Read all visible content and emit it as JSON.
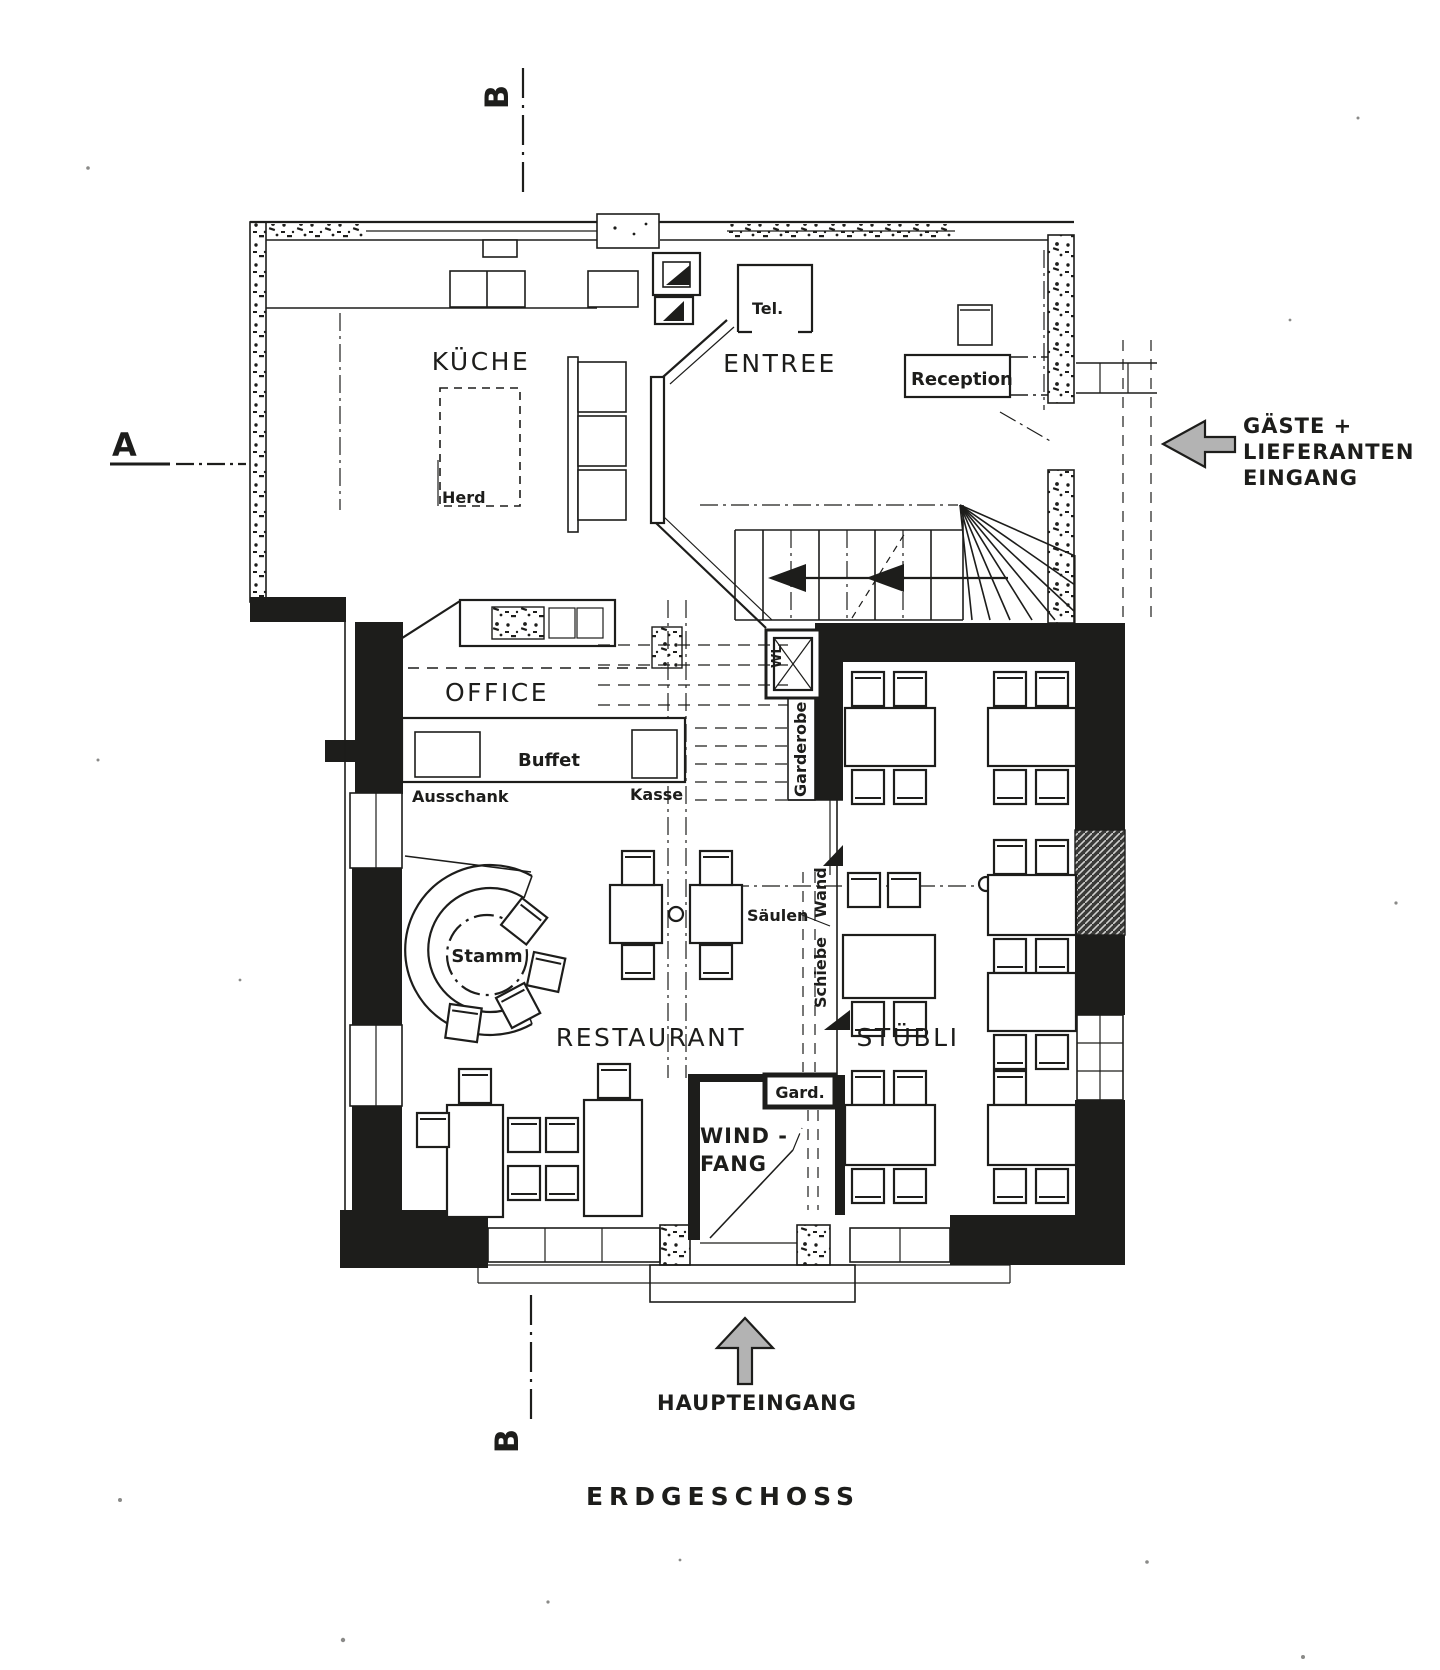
{
  "plan": {
    "title": "ERDGESCHOSS",
    "sections": {
      "a": "A",
      "b": "B"
    },
    "rooms": {
      "kueche": "KÜCHE",
      "entree": "ENTREE",
      "office": "OFFICE",
      "restaurant": "RESTAURANT",
      "stuebli": "STÜBLI",
      "windfang_line1": "WIND -",
      "windfang_line2": "FANG"
    },
    "labels": {
      "herd": "Herd",
      "tel": "Tel.",
      "reception": "Reception",
      "buffet": "Buffet",
      "ausschank": "Ausschank",
      "kasse": "Kasse",
      "stamm": "Stamm",
      "saeulen": "Säulen",
      "wand": "Wand",
      "schiebe": "Schiebe",
      "garderobe": "Garderobe",
      "wl": "WL",
      "gard": "Gard."
    },
    "annotations": {
      "gaeste_line1": "GÄSTE +",
      "gaeste_line2": "LIEFERANTEN",
      "gaeste_line3": "EINGANG",
      "haupteingang": "HAUPTEINGANG"
    },
    "colors": {
      "ink": "#1d1d1b",
      "paper": "#ffffff",
      "arrow_gray": "#b3b3b3"
    }
  }
}
